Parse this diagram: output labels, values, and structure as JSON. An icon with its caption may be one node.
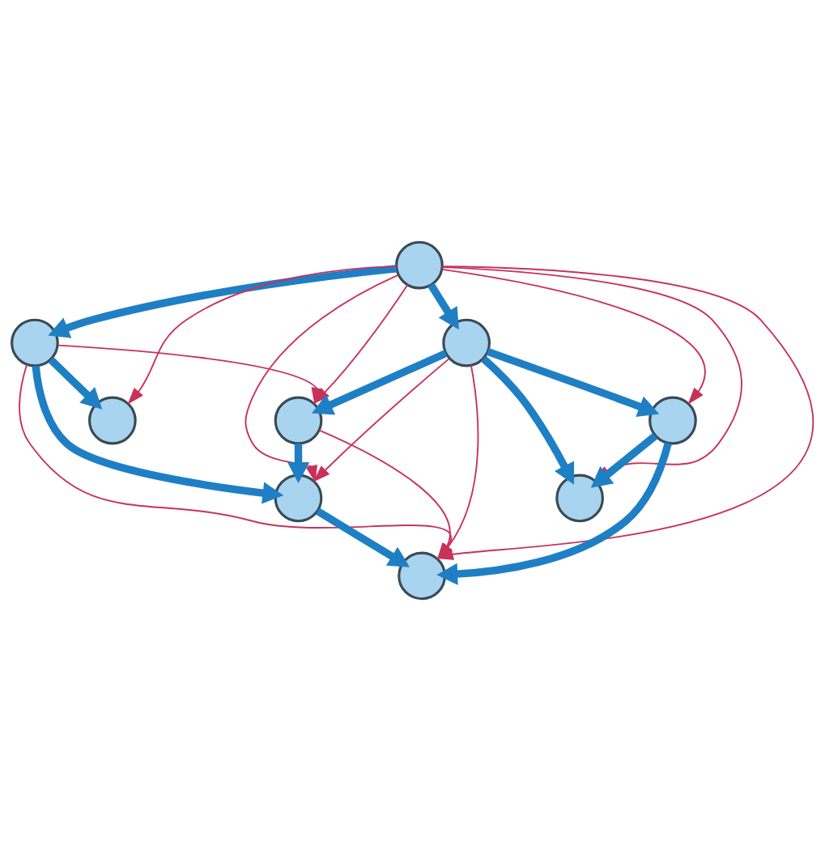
{
  "diagram": {
    "nodes": [
      {
        "text": [],
        "shape": "circle"
      },
      {
        "text": [],
        "shape": "circle"
      },
      {
        "text": [],
        "shape": "circle"
      },
      {
        "text": [],
        "shape": "circle"
      },
      {
        "text": [],
        "shape": "circle"
      },
      {
        "text": [],
        "shape": "circle"
      },
      {
        "text": [],
        "shape": "circle"
      },
      {
        "text": [],
        "shape": "circle"
      },
      {
        "text": [],
        "shape": "circle"
      }
    ],
    "edges": [
      {
        "from": 0,
        "to": 1,
        "arrow": "to",
        "style": "thick",
        "color": "#1f7fc4"
      },
      {
        "from": 1,
        "to": 2,
        "arrow": "to",
        "style": "thick",
        "color": "#1f7fc4"
      },
      {
        "from": 0,
        "to": 3,
        "arrow": "to",
        "style": "thick",
        "color": "#1f7fc4"
      },
      {
        "from": 1,
        "to": 6,
        "arrow": "to",
        "style": "thick",
        "color": "#1f7fc4"
      },
      {
        "from": 3,
        "to": 4,
        "arrow": "to",
        "style": "thick",
        "color": "#1f7fc4"
      },
      {
        "from": 3,
        "to": 5,
        "arrow": "to",
        "style": "thick",
        "color": "#1f7fc4"
      },
      {
        "from": 3,
        "to": 8,
        "arrow": "to",
        "style": "thick",
        "color": "#1f7fc4"
      },
      {
        "from": 4,
        "to": 7,
        "arrow": "to",
        "style": "thick",
        "color": "#1f7fc4"
      },
      {
        "from": 4,
        "to": 8,
        "arrow": "to",
        "style": "thick",
        "color": "#1f7fc4"
      },
      {
        "from": 5,
        "to": 6,
        "arrow": "to",
        "style": "thick",
        "color": "#1f7fc4"
      },
      {
        "from": 6,
        "to": 7,
        "arrow": "to",
        "style": "thick",
        "color": "#1f7fc4"
      },
      {
        "from": 0,
        "to": 2,
        "arrow": "to",
        "color": "#c8325a"
      },
      {
        "from": 0,
        "to": 4,
        "arrow": "to",
        "color": "#c8325a"
      },
      {
        "from": 0,
        "to": 5,
        "arrow": "to",
        "color": "#c8325a"
      },
      {
        "from": 0,
        "to": 6,
        "arrow": "to",
        "color": "#c8325a"
      },
      {
        "from": 0,
        "to": 7,
        "arrow": "to",
        "color": "#c8325a"
      },
      {
        "from": 0,
        "to": 8,
        "arrow": "to",
        "color": "#c8325a"
      },
      {
        "from": 1,
        "to": 7,
        "arrow": "to",
        "color": "#c8325a"
      },
      {
        "from": 1,
        "to": 5,
        "arrow": "to",
        "color": "#c8325a"
      },
      {
        "from": 3,
        "to": 6,
        "arrow": "to",
        "color": "#c8325a"
      },
      {
        "from": 3,
        "to": 7,
        "arrow": "to",
        "color": "#c8325a"
      },
      {
        "from": 5,
        "to": 7,
        "arrow": "to",
        "color": "#c8325a"
      }
    ]
  }
}
